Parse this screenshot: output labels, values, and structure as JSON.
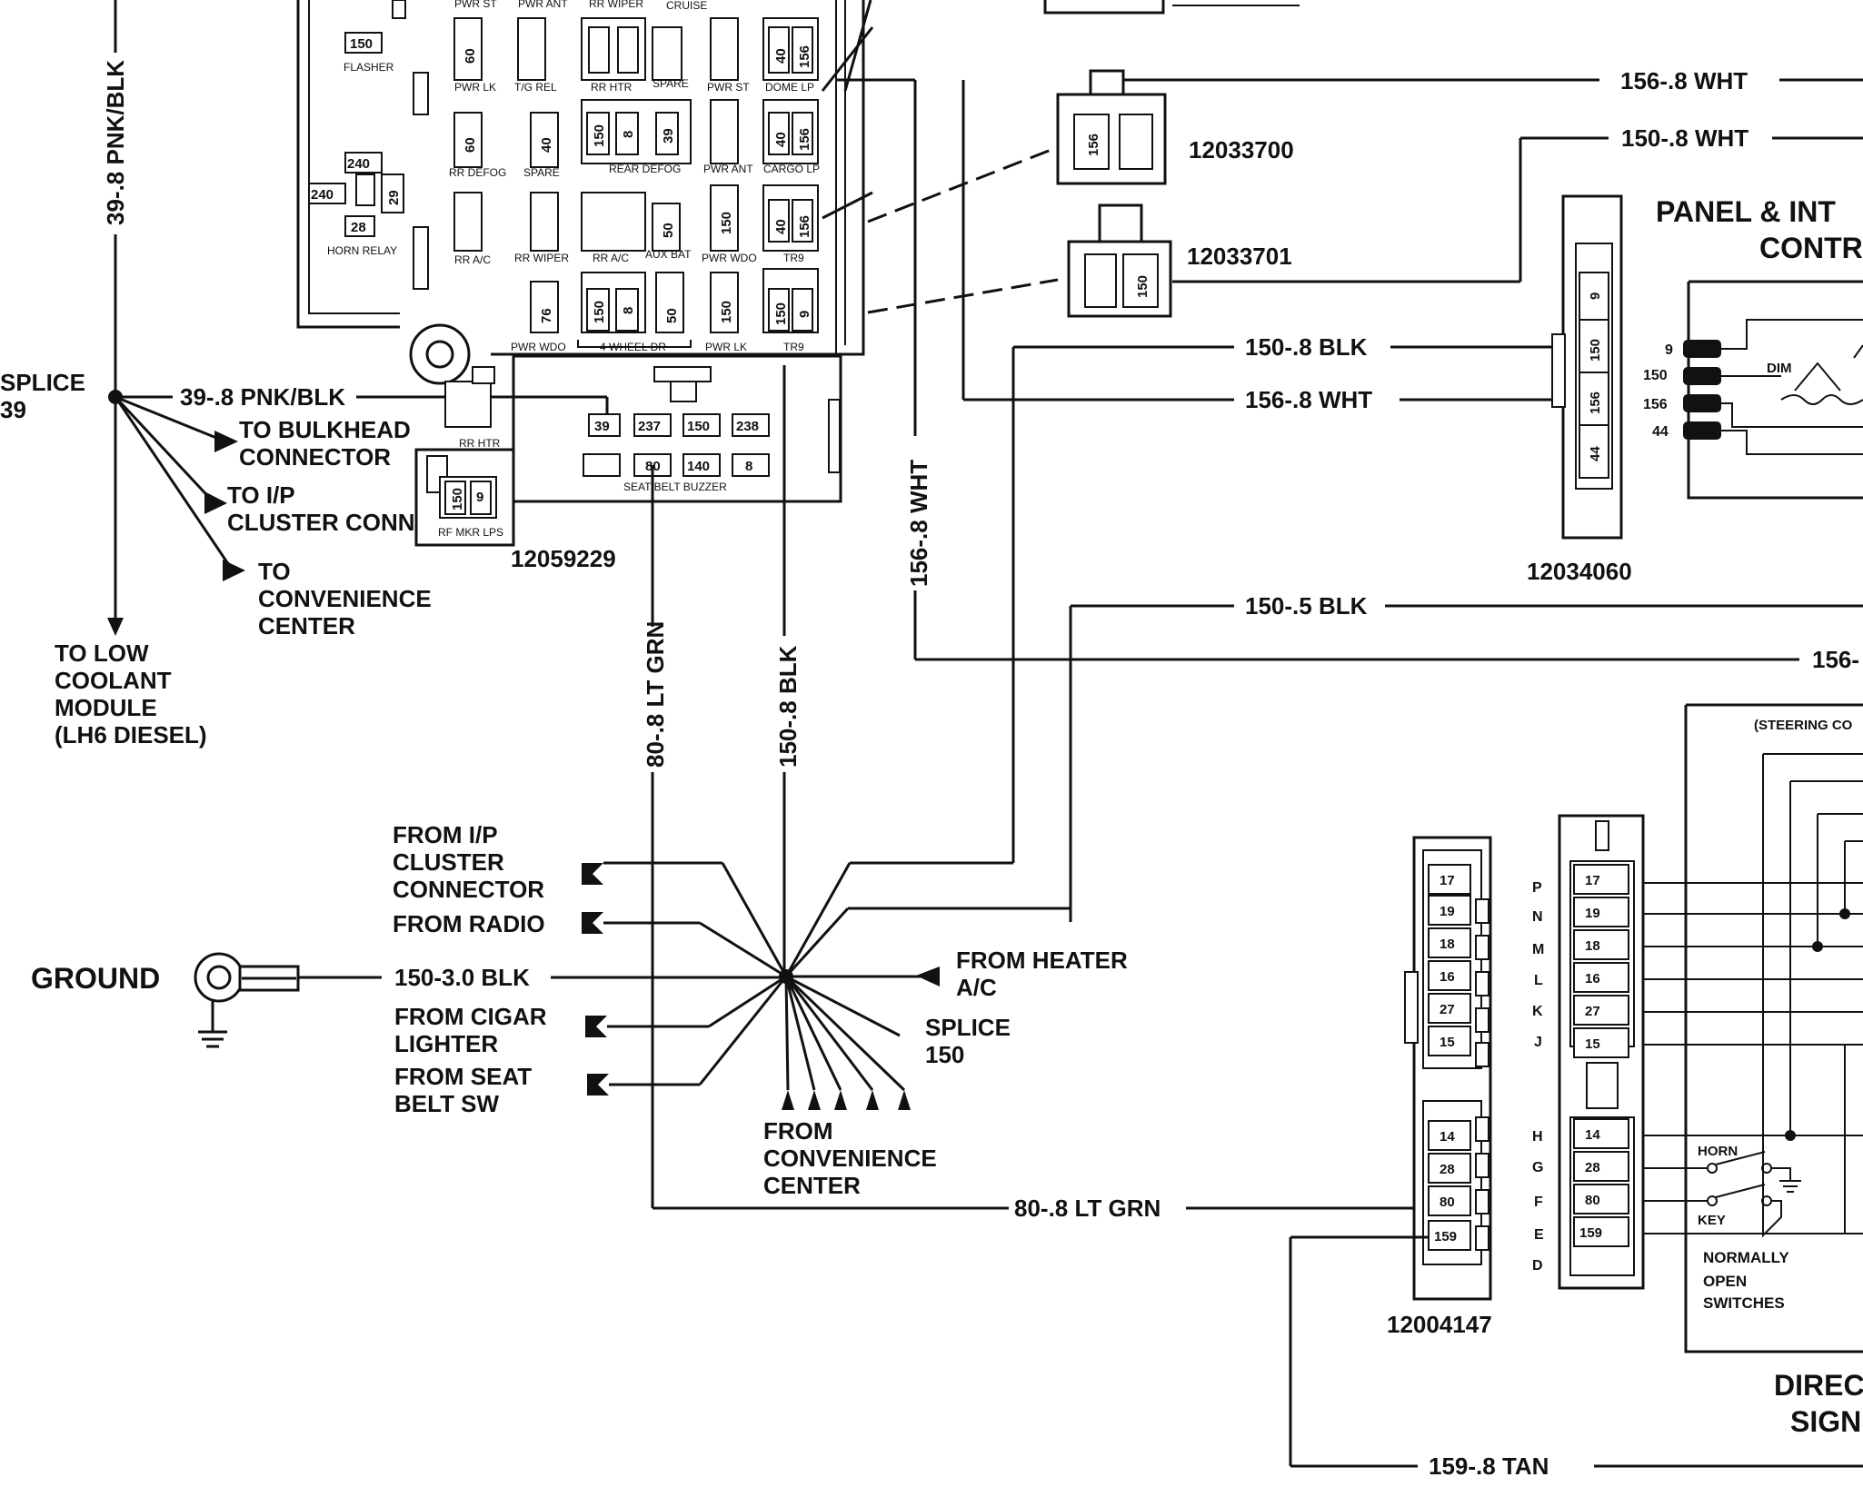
{
  "left": {
    "vertical_wire_label": "39-.8 PNK/BLK",
    "splice_label": [
      "SPLICE",
      "39"
    ],
    "splice_wire_label": "39-.8 PNK/BLK",
    "to_bulkhead": [
      "TO BULKHEAD",
      "CONNECTOR"
    ],
    "to_ip": [
      "TO I/P",
      "CLUSTER CONN"
    ],
    "to_conv": [
      "TO",
      "CONVENIENCE",
      "CENTER"
    ],
    "to_low_coolant": [
      "TO LOW",
      "COOLANT",
      "MODULE",
      "(LH6 DIESEL)"
    ]
  },
  "fuse_block": {
    "part_number": "12059229",
    "top_labels": [
      "PWR ST",
      "PWR ANT",
      "RR WIPER",
      "CRUISE"
    ],
    "row1": [
      "FLASHER",
      "PWR LK",
      "T/G REL",
      "RR HTR",
      "SPARE",
      "PWR ST",
      "DOME LP"
    ],
    "row2": [
      "RR DEFOG",
      "SPARE",
      "REAR DEFOG",
      "PWR ANT",
      "CARGO LP"
    ],
    "row3": [
      "HORN RELAY",
      "RR A/C",
      "RR WIPER",
      "RR A/C",
      "AUX BAT",
      "PWR WDO",
      "TR9"
    ],
    "row4": [
      "PWR WDO",
      "4 WHEEL DR",
      "PWR LK",
      "TR9"
    ],
    "cavity_numbers": {
      "flasher": "150",
      "pwr_lk": "60",
      "rr_defog": "60",
      "spare": "40",
      "rear_defog_a": "150",
      "rear_defog_b": "8",
      "rear_defog_c": "39",
      "cargo_a": "40",
      "cargo_b": "156",
      "dome_a": "40",
      "dome_b": "156",
      "horn_a": "240",
      "horn_b": "240",
      "horn_c": "29",
      "horn_d": "28",
      "aux_bat": "50",
      "pwr_wdo": "150",
      "tr9_a": "40",
      "tr9_b": "156",
      "pwr_wdo_low": "76",
      "four_wd_a": "150",
      "four_wd_b": "8",
      "four_wd_c": "50",
      "pwr_lk_low": "150",
      "tr9_low_a": "150",
      "tr9_low_b": "9"
    },
    "lower_labels": [
      "RR HTR",
      "RF MKR LPS",
      "SEAT BELT BUZZER"
    ],
    "lower_cavities_top": [
      "39",
      "237",
      "150",
      "238"
    ],
    "lower_cavities_bot": [
      "80",
      "140",
      "8"
    ],
    "rf_cavities": [
      "150",
      "9"
    ]
  },
  "connectors": {
    "c1": {
      "part": "12033700",
      "cavity": "156"
    },
    "c2": {
      "part": "12033701",
      "cavity": "150"
    },
    "c3": {
      "part": "12034060",
      "cavities": [
        "9",
        "150",
        "156",
        "44"
      ]
    },
    "c4": {
      "part": "12004147",
      "cavities": [
        "17",
        "19",
        "18",
        "16",
        "27",
        "15",
        "14",
        "28",
        "80",
        "159"
      ]
    },
    "c5": {
      "cavities": [
        "17",
        "19",
        "18",
        "16",
        "27",
        "15",
        "14",
        "28",
        "80",
        "159"
      ],
      "letters": [
        "P",
        "N",
        "M",
        "L",
        "K",
        "J",
        "H",
        "G",
        "F",
        "E",
        "D"
      ]
    }
  },
  "wires": {
    "w156_top": "156-.8 WHT",
    "w150_top": "150-.8 WHT",
    "w150_blk": "150-.8 BLK",
    "w156_wht": "156-.8 WHT",
    "w156_vert": "156-.8 WHT",
    "w150_5": "150-.5 BLK",
    "w156_right": "156-",
    "w80_vert": "80-.8 LT GRN",
    "w150_vert": "150-.8 BLK",
    "w80_horiz": "80-.8 LT GRN",
    "w159": "159-.8 TAN",
    "ground_wire": "150-3.0 BLK"
  },
  "ground": {
    "label": "GROUND",
    "from_ip": [
      "FROM I/P",
      "CLUSTER",
      "CONNECTOR"
    ],
    "from_radio": "FROM RADIO",
    "from_cigar": [
      "FROM CIGAR",
      "LIGHTER"
    ],
    "from_seat": [
      "FROM SEAT",
      "BELT SW"
    ],
    "from_heater": [
      "FROM HEATER",
      "A/C"
    ],
    "splice150": [
      "SPLICE",
      "150"
    ],
    "from_conv": [
      "FROM",
      "CONVENIENCE",
      "CENTER"
    ]
  },
  "panel": {
    "title": [
      "PANEL & INT",
      "CONTR"
    ],
    "pins": [
      "9",
      "150",
      "156",
      "44"
    ],
    "dim": "DIM"
  },
  "steering": {
    "label": "(STEERING CO",
    "horn": "HORN",
    "key": "KEY",
    "note": [
      "NORMALLY",
      "OPEN",
      "SWITCHES"
    ],
    "bottom": [
      "DIREC",
      "SIGN"
    ]
  }
}
